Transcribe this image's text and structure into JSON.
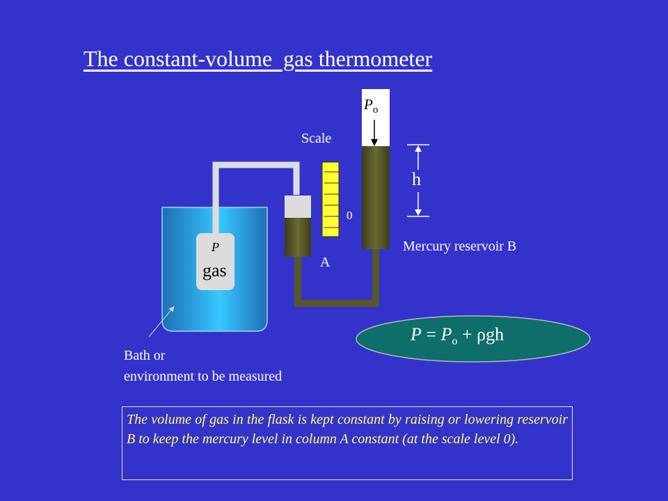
{
  "title": "The constant-volume  gas thermometer",
  "labels": {
    "p0_symbol": "P",
    "p0_subscript": "o",
    "scale": "Scale",
    "h": "h",
    "zero": "0",
    "reservoir": "Mercury reservoir B",
    "a": "A",
    "p": "P",
    "gas": "gas",
    "bath_line1": "Bath or",
    "bath_line2": "environment to be measured"
  },
  "formula": {
    "lhs": "P",
    "eq": " = ",
    "p0": "P",
    "p0_sub": "o",
    "rhs": " + ρgh"
  },
  "note": "The volume of gas in the flask is kept constant by raising or lowering reservoir B to keep the mercury level in column A constant (at the scale level 0).",
  "colors": {
    "background": "#3333cc",
    "mercury": "#565627",
    "scale": "#ffff33",
    "formula_ellipse": "#0d6e6a",
    "note_text": "#ffff66"
  }
}
